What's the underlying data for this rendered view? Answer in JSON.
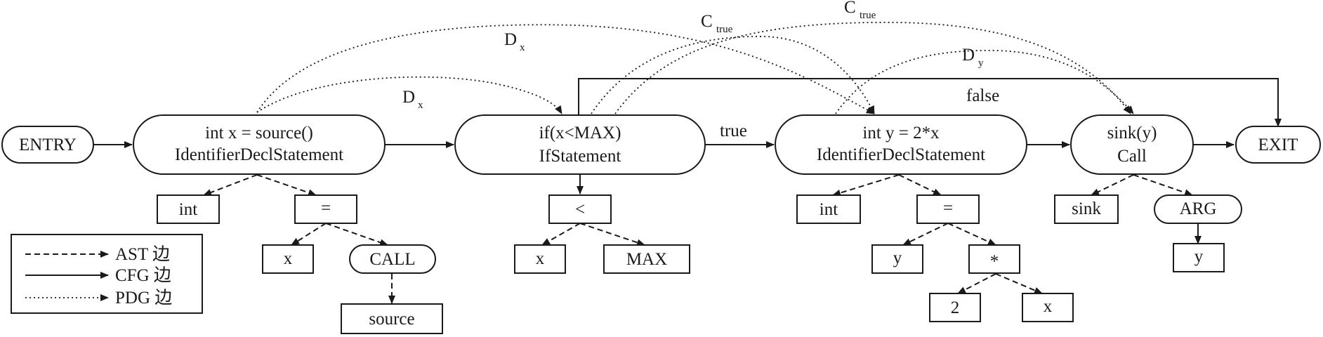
{
  "nodes": {
    "entry": "ENTRY",
    "n1": {
      "line1": "int x = source()",
      "line2": "IdentifierDeclStatement"
    },
    "n2": {
      "line1": "if(x<MAX)",
      "line2": "IfStatement"
    },
    "n3": {
      "line1": "int y = 2*x",
      "line2": "IdentifierDeclStatement"
    },
    "n4": {
      "line1": "sink(y)",
      "line2": "Call"
    },
    "exit": "EXIT",
    "a_int1": "int",
    "a_eq1": "=",
    "a_x1": "x",
    "a_call": "CALL",
    "a_source": "source",
    "a_lt": "<",
    "a_x2": "x",
    "a_max": "MAX",
    "a_int2": "int",
    "a_eq2": "=",
    "a_y1": "y",
    "a_mul": "*",
    "a_2": "2",
    "a_x3": "x",
    "a_sink": "sink",
    "a_arg": "ARG",
    "a_y2": "y"
  },
  "edge_labels": {
    "true": "true",
    "false": "false",
    "dx_main": "D",
    "dx_main_sub": "x",
    "dx_small": "D",
    "dx_small_sub": "x",
    "ctrue1": "C",
    "ctrue1_sub": "true",
    "ctrue2": "C",
    "ctrue2_sub": "true",
    "dy": "D",
    "dy_sub": "y"
  },
  "legend": {
    "ast": "AST 边",
    "cfg": "CFG 边",
    "pdg": "PDG 边"
  }
}
